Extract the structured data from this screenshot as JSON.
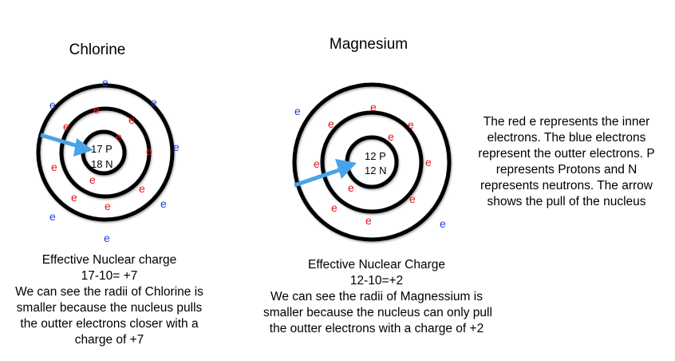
{
  "chlorine": {
    "title": "Chlorine",
    "nucleus": {
      "protons": "17 P",
      "neutrons": "18 N"
    },
    "caption_heading": "Effective Nuclear charge",
    "caption_formula": "17-10= +7",
    "caption_lines": [
      "We can see the radii of Chlorine is",
      "smaller because the nucleus pulls",
      "the outter electrons closer with a",
      "charge of +7"
    ],
    "shells": [
      {
        "electrons": 2,
        "color": "red"
      },
      {
        "electrons": 8,
        "color": "red"
      },
      {
        "electrons": 7,
        "color": "blue"
      }
    ]
  },
  "magnesium": {
    "title": "Magnesium",
    "nucleus": {
      "protons": "12 P",
      "neutrons": "12 N"
    },
    "caption_heading": "Effective Nuclear Charge",
    "caption_formula": "12-10=+2",
    "caption_lines": [
      "We can see the radii of Magnessium is",
      "smaller because the nucleus can only pull",
      "the outter electrons with a charge of +2"
    ],
    "shells": [
      {
        "electrons": 2,
        "color": "red"
      },
      {
        "electrons": 8,
        "color": "red"
      },
      {
        "electrons": 2,
        "color": "blue"
      }
    ]
  },
  "legend_lines": [
    "The red e represents the inner",
    "electrons. The blue electrons",
    "represent the outter electrons. P",
    "represents Protons and N",
    "represents neutrons. The arrow",
    "shows the pull of the nucleus"
  ],
  "electron_label": "e",
  "colors": {
    "inner_electron": "#e8141a",
    "outer_electron": "#1f3fe0",
    "arrow": "#4aa3e8",
    "shell": "#000000"
  }
}
